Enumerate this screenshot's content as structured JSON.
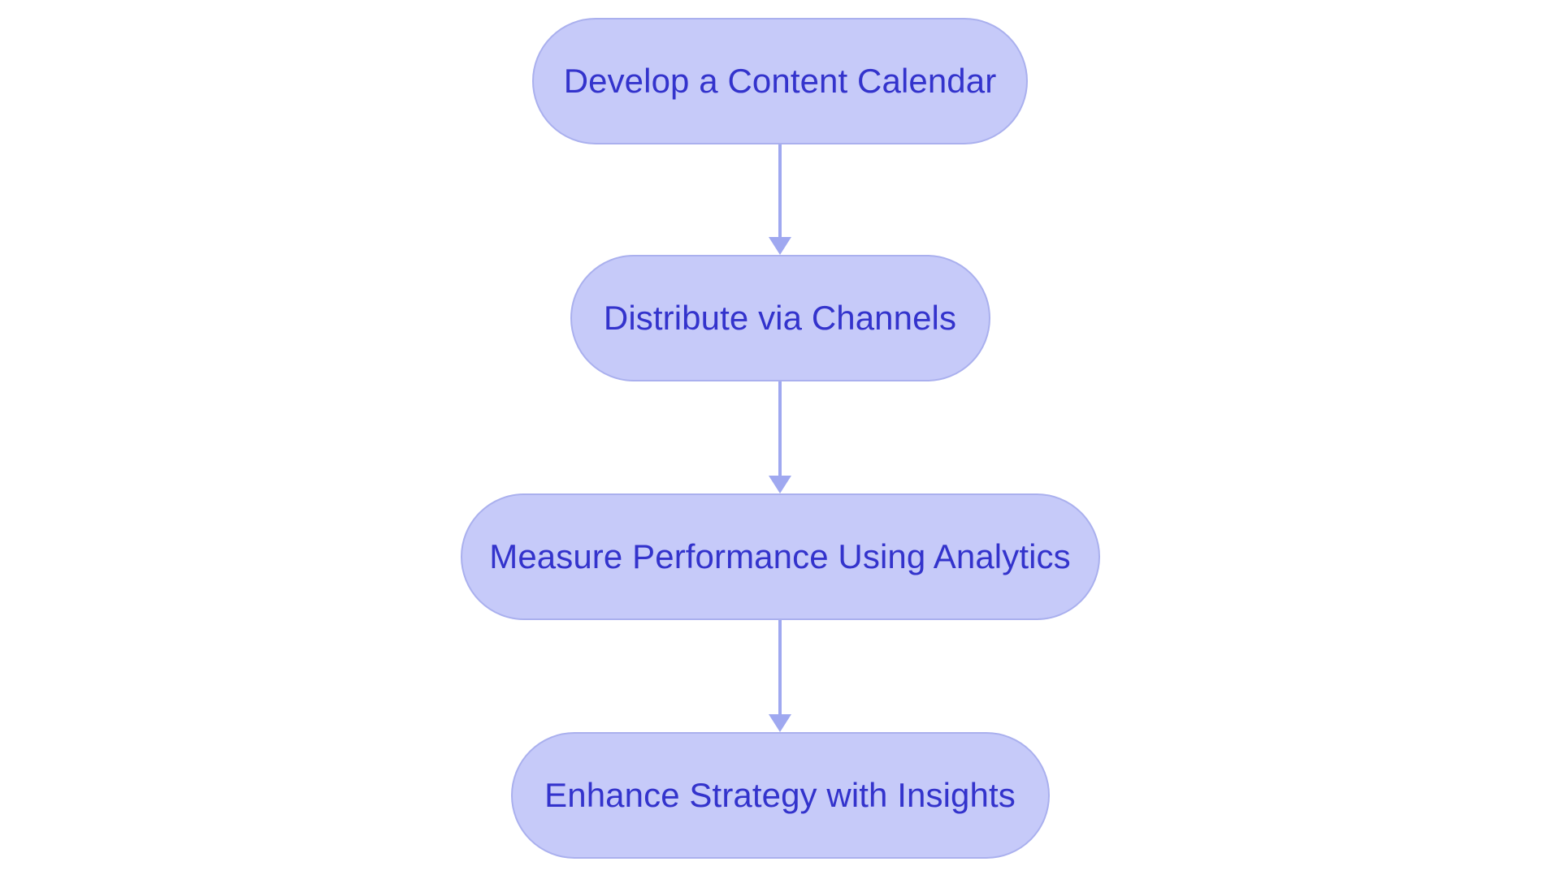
{
  "diagram": {
    "type": "flowchart",
    "orientation": "vertical-top-down",
    "title": "",
    "colors": {
      "node_fill": "#c6caf9",
      "node_border": "#aab0ee",
      "node_text": "#3333cc",
      "arrow": "#9fa8f0",
      "background": "#ffffff"
    },
    "nodes": [
      {
        "id": "node-1",
        "label": "Develop a Content Calendar",
        "shape": "pill",
        "order": 1
      },
      {
        "id": "node-2",
        "label": "Distribute via Channels",
        "shape": "pill",
        "order": 2
      },
      {
        "id": "node-3",
        "label": "Measure Performance Using Analytics",
        "shape": "pill",
        "order": 3
      },
      {
        "id": "node-4",
        "label": "Enhance Strategy with Insights",
        "shape": "pill",
        "order": 4
      }
    ],
    "edges": [
      {
        "id": "edge-1",
        "from": "node-1",
        "to": "node-2",
        "label": "",
        "arrow": "down-arrowhead"
      },
      {
        "id": "edge-2",
        "from": "node-2",
        "to": "node-3",
        "label": "",
        "arrow": "down-arrowhead"
      },
      {
        "id": "edge-3",
        "from": "node-3",
        "to": "node-4",
        "label": "",
        "arrow": "down-arrowhead"
      }
    ]
  }
}
